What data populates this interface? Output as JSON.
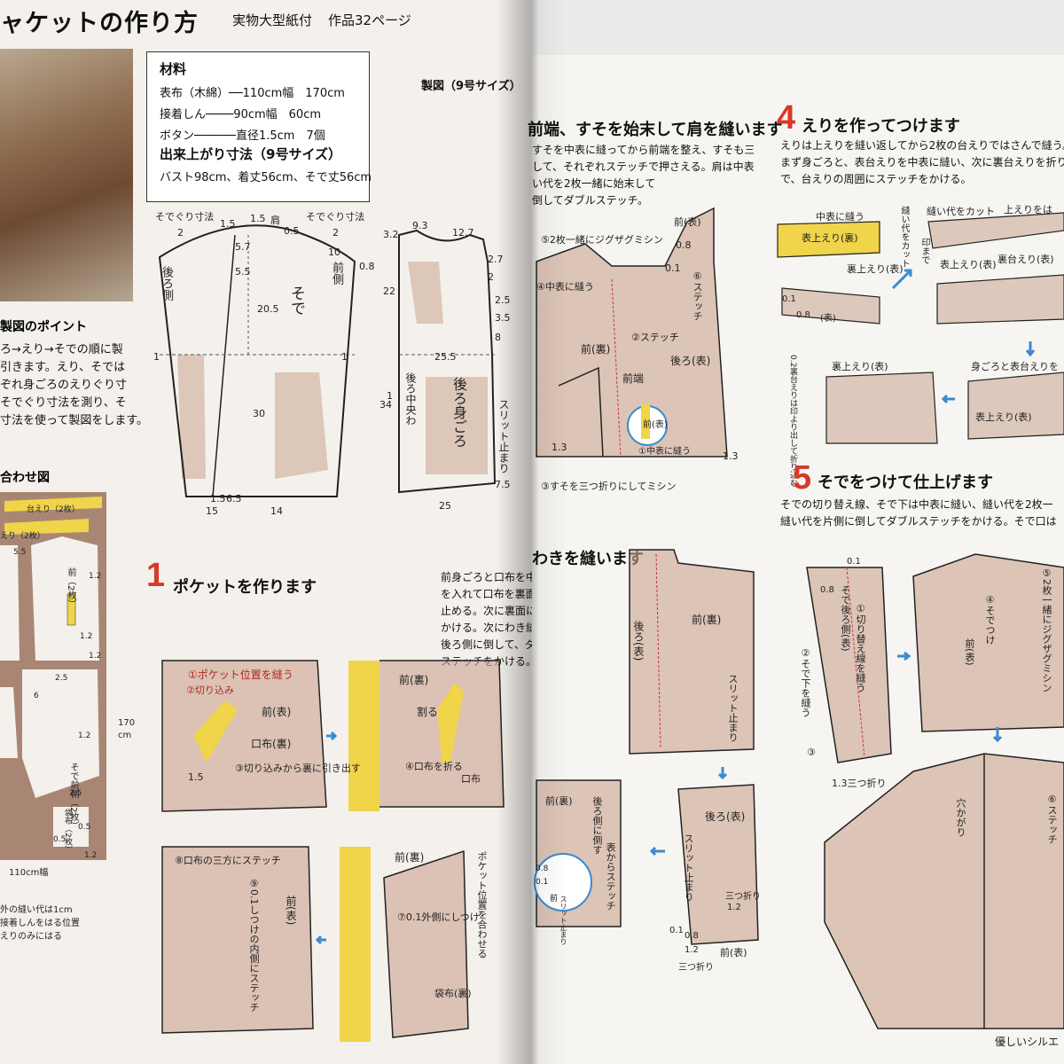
{
  "header": {
    "title": "ャケットの作り方",
    "pattern_note": "実物大型紙付",
    "page_note": "作品32ページ"
  },
  "materials": {
    "heading": "材料",
    "lines": [
      "表布（木綿）──110cm幅　170cm",
      "接着しん────90cm幅　60cm",
      "ボタン──────直径1.5cm　7個"
    ],
    "size_heading": "出来上がり寸法（9号サイズ）",
    "size_line": "バスト98cm、着丈56cm、そで丈56cm"
  },
  "drafting": {
    "label": "製図（9号サイズ）",
    "sleeve_label": "そで",
    "back_label": "後ろ身ごろ",
    "back_center": "後ろ中央わ",
    "front_side": "前側",
    "back_side": "後ろ側",
    "sleeve_measure": "そでぐり寸法",
    "shoulder": "肩",
    "slit": "スリット止まり",
    "nums": [
      "1.5",
      "1.5",
      "0.5",
      "2",
      "2",
      "5.7",
      "10",
      "0.8",
      "5.5",
      "20.5",
      "1",
      "1",
      "30",
      "1.5",
      "6.5",
      "15",
      "14",
      "9.3",
      "12.7",
      "3.2",
      "2.7",
      "22",
      "2",
      "2.5",
      "3.5",
      "8",
      "25.5",
      "34",
      "7.5",
      "25",
      "1"
    ]
  },
  "points": {
    "heading": "製図のポイント",
    "text": [
      "ろ→えり→そでの順に製",
      "引きます。えり、そでは",
      "ぞれ身ごろのえりぐり寸",
      "そでぐり寸法を測り、そ",
      "寸法を使って製図をします。"
    ]
  },
  "layout": {
    "heading": "合わせ図",
    "pieces": [
      "台えり（2枚）",
      "えり（2枚）",
      "前（2枚）",
      "そで前側（2枚）",
      "袋布（2枚）"
    ],
    "nums": [
      "5.5",
      "1.2",
      "1.2",
      "1.2",
      "2.5",
      "1.2",
      "2.5",
      "0.5",
      "0.5",
      "1.2",
      "6",
      "170",
      "cm"
    ],
    "width": "110cm幅",
    "notes": [
      "外の縫い代は1cm",
      "接着しんをはる位置",
      "えりのみにはる"
    ]
  },
  "step1": {
    "num": "1",
    "title": "ポケットを作ります",
    "body": [
      "前身ごろと口布を中表に縫い止まりまでをのり",
      "を入れて口布を裏面に返し、スリットの部分をそ",
      "止める。次に裏面に縫い三つ折りにしてステ",
      "かける。次にわき縫",
      "後ろ側に倒して、ダ",
      "ステッチをかける。"
    ],
    "labels": [
      "①ポケット位置を縫う",
      "②切り込み",
      "前(表)",
      "口布(裏)",
      "③切り込みから裏に引き出す",
      "1.5",
      "前(裏)",
      "割る",
      "④口布を折る",
      "口布",
      "⑧口布の三方にステッチ",
      "⑨0.1しつけの内側にステッチ",
      "前(表)",
      "前(裏)",
      "ポケット位置を合わせる",
      "⑦0.1外側にしつけ",
      "袋布(裏)"
    ]
  },
  "step2": {
    "title": "前端、すそを始末して肩を縫います",
    "body": [
      "すそを中表に縫ってから前端を整え、すそも三つ",
      "して、それぞれステッチで押さえる。肩は中表に縫",
      "い代を2枚一緒に始末して",
      "倒してダブルステッチ。"
    ],
    "labels": [
      "⑤2枚一緒にジグザグミシン",
      "④中表に縫う",
      "⑥ステッチ",
      "②ステッチ",
      "前(表)",
      "0.8",
      "0.1",
      "前(裏)",
      "後ろ(表)",
      "前端",
      "前(表)",
      "①中表に縫う",
      "1.3",
      "③すそを三つ折りにしてミシン",
      "1.3"
    ]
  },
  "step3": {
    "title": "わきを縫います",
    "labels": [
      "前(裏)",
      "後ろ(表)",
      "スリット止まり",
      "前(裏)",
      "後ろ側に倒す",
      "表からステッチ",
      "0.8",
      "0.1",
      "前",
      "スリット止まり",
      "後ろ(表)",
      "スリット止まり",
      "三つ折り",
      "1.2",
      "0.1",
      "0.8",
      "1.2",
      "三つ折り",
      "前(表)"
    ]
  },
  "step4": {
    "num": "4",
    "title": "えりを作ってつけます",
    "body": [
      "えりは上えりを縫い返してから2枚の台えりではさんで縫う。",
      "まず身ごろと、表台えりを中表に縫い、次に裏台えりを折り",
      "で、台えりの周囲にステッチをかける。"
    ],
    "labels": [
      "中表に縫う",
      "縫い代をカット",
      "縫い代をカット",
      "上えりをは",
      "表上えり(裏)",
      "印まで",
      "裏上えり(表)",
      "表上えり(表)",
      "裏台えり(表)",
      "0.1",
      "0.8",
      "(表)",
      "0.2裏台えりは印より出して折り込む",
      "裏上えり(表)",
      "身ごろと表台えりを",
      "表上えり(表)"
    ]
  },
  "step5": {
    "num": "5",
    "title": "そでをつけて仕上げます",
    "body": [
      "そでの切り替え線、そで下は中表に縫い、縫い代を2枚一",
      "縫い代を片側に倒してダブルステッチをかける。そで口は"
    ],
    "labels": [
      "0.1",
      "0.8",
      "そで後ろ側(表)",
      "①切り替え線を縫う",
      "②そで下を縫う",
      "③",
      "1.3三つ折り",
      "④そでつけ",
      "⑤2枚一緒にジグザグミシン",
      "前(表)",
      "穴かがり",
      "⑥ステッチ"
    ],
    "caption": "優しいシルエ"
  },
  "colors": {
    "page": "#f4f1ec",
    "fabric": "#c9a48f",
    "yellow": "#f0d44a",
    "red": "#d53a2c"
  }
}
